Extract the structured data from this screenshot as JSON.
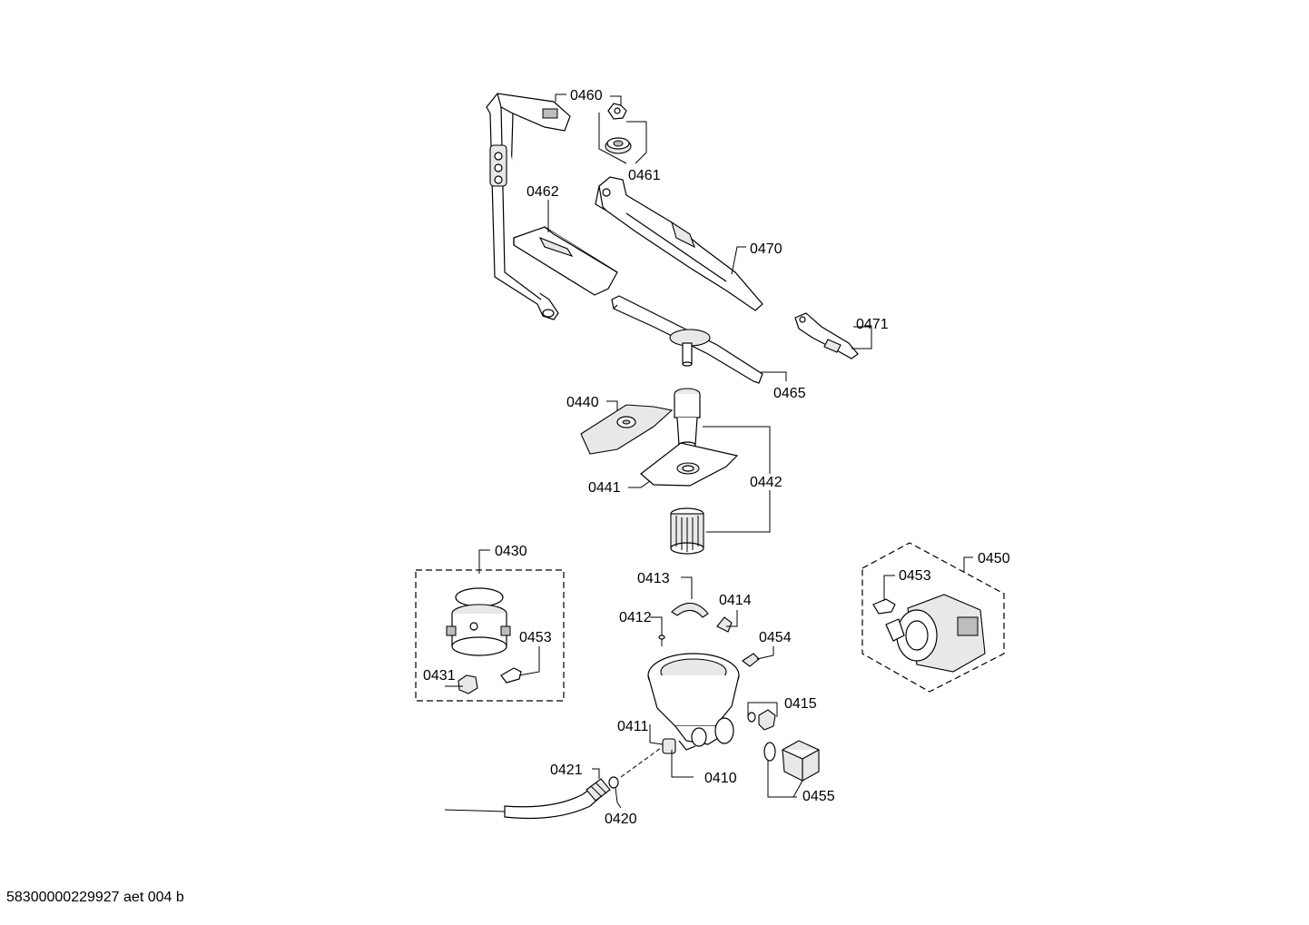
{
  "document_id": "58300000229927 aet 004 b",
  "labels": {
    "p0460": "0460",
    "p0461": "0461",
    "p0462": "0462",
    "p0470": "0470",
    "p0471": "0471",
    "p0465": "0465",
    "p0440": "0440",
    "p0441": "0441",
    "p0442": "0442",
    "p0430": "0430",
    "p0453a": "0453",
    "p0431": "0431",
    "p0413": "0413",
    "p0412": "0412",
    "p0414": "0414",
    "p0454": "0454",
    "p0415": "0415",
    "p0411": "0411",
    "p0410": "0410",
    "p0421": "0421",
    "p0420": "0420",
    "p0455": "0455",
    "p0450": "0450",
    "p0453b": "0453"
  }
}
